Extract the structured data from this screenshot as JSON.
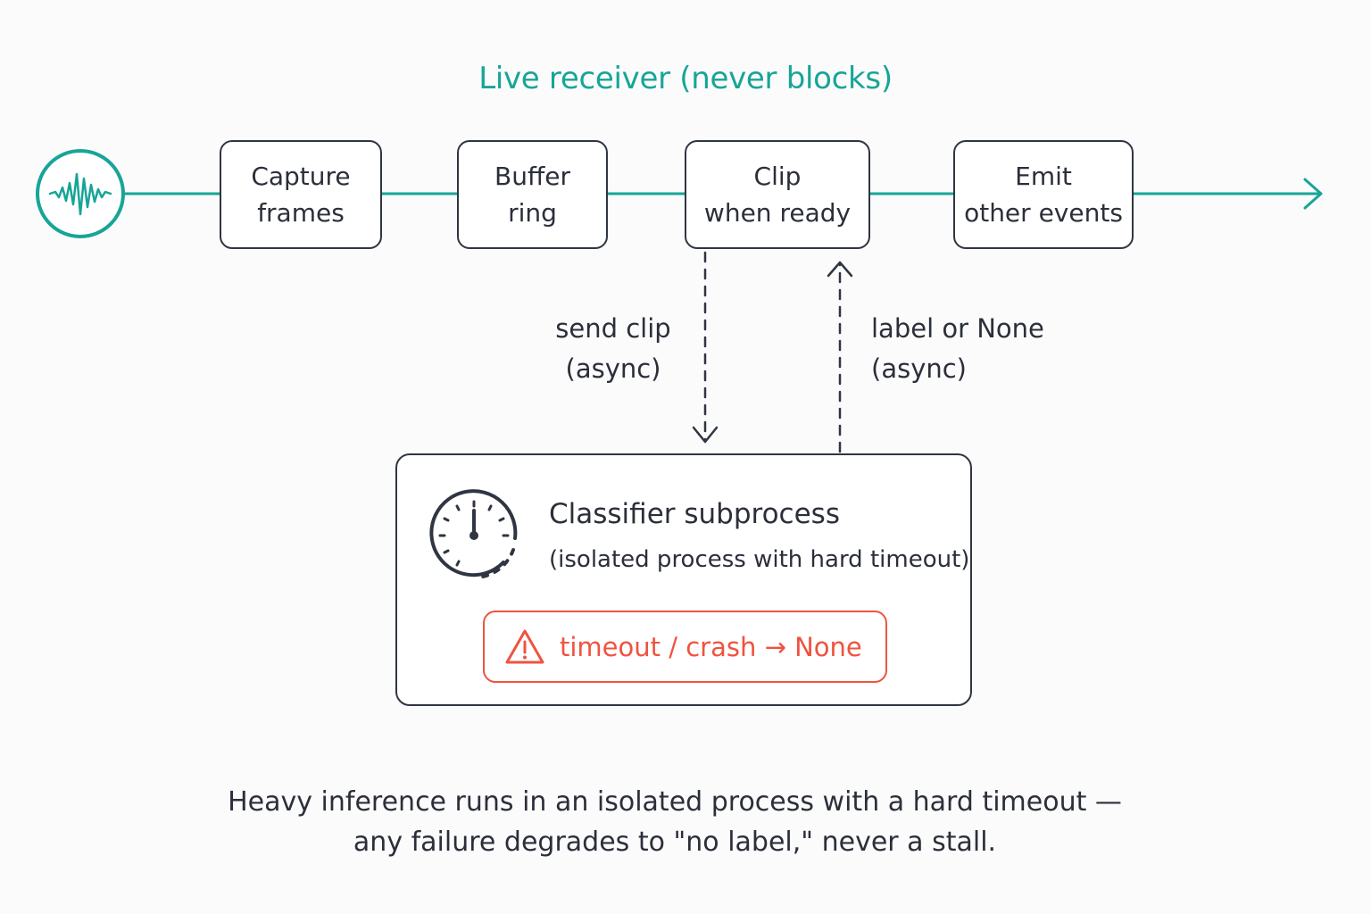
{
  "title": "Live receiver (never blocks)",
  "pipeline": {
    "source_icon": "audio-waveform-icon",
    "stages": [
      {
        "line1": "Capture",
        "line2": "frames"
      },
      {
        "line1": "Buffer",
        "line2": "ring"
      },
      {
        "line1": "Clip",
        "line2": "when ready"
      },
      {
        "line1": "Emit",
        "line2": "other events"
      }
    ]
  },
  "edges": {
    "send": {
      "line1": "send clip",
      "line2": "(async)"
    },
    "receive": {
      "line1": "label or None",
      "line2": "(async)"
    }
  },
  "subprocess": {
    "icon": "timer-clock-icon",
    "title": "Classifier subprocess",
    "subtitle": "(isolated process with hard timeout)",
    "failure": {
      "icon": "warning-triangle-icon",
      "text": "timeout / crash → None"
    }
  },
  "caption": {
    "line1": "Heavy inference runs in an isolated process with a hard timeout —",
    "line2": "any failure degrades to \"no label,\" never a stall."
  },
  "colors": {
    "accent": "#17a597",
    "warning": "#ef5340",
    "ink": "#2f3542"
  }
}
